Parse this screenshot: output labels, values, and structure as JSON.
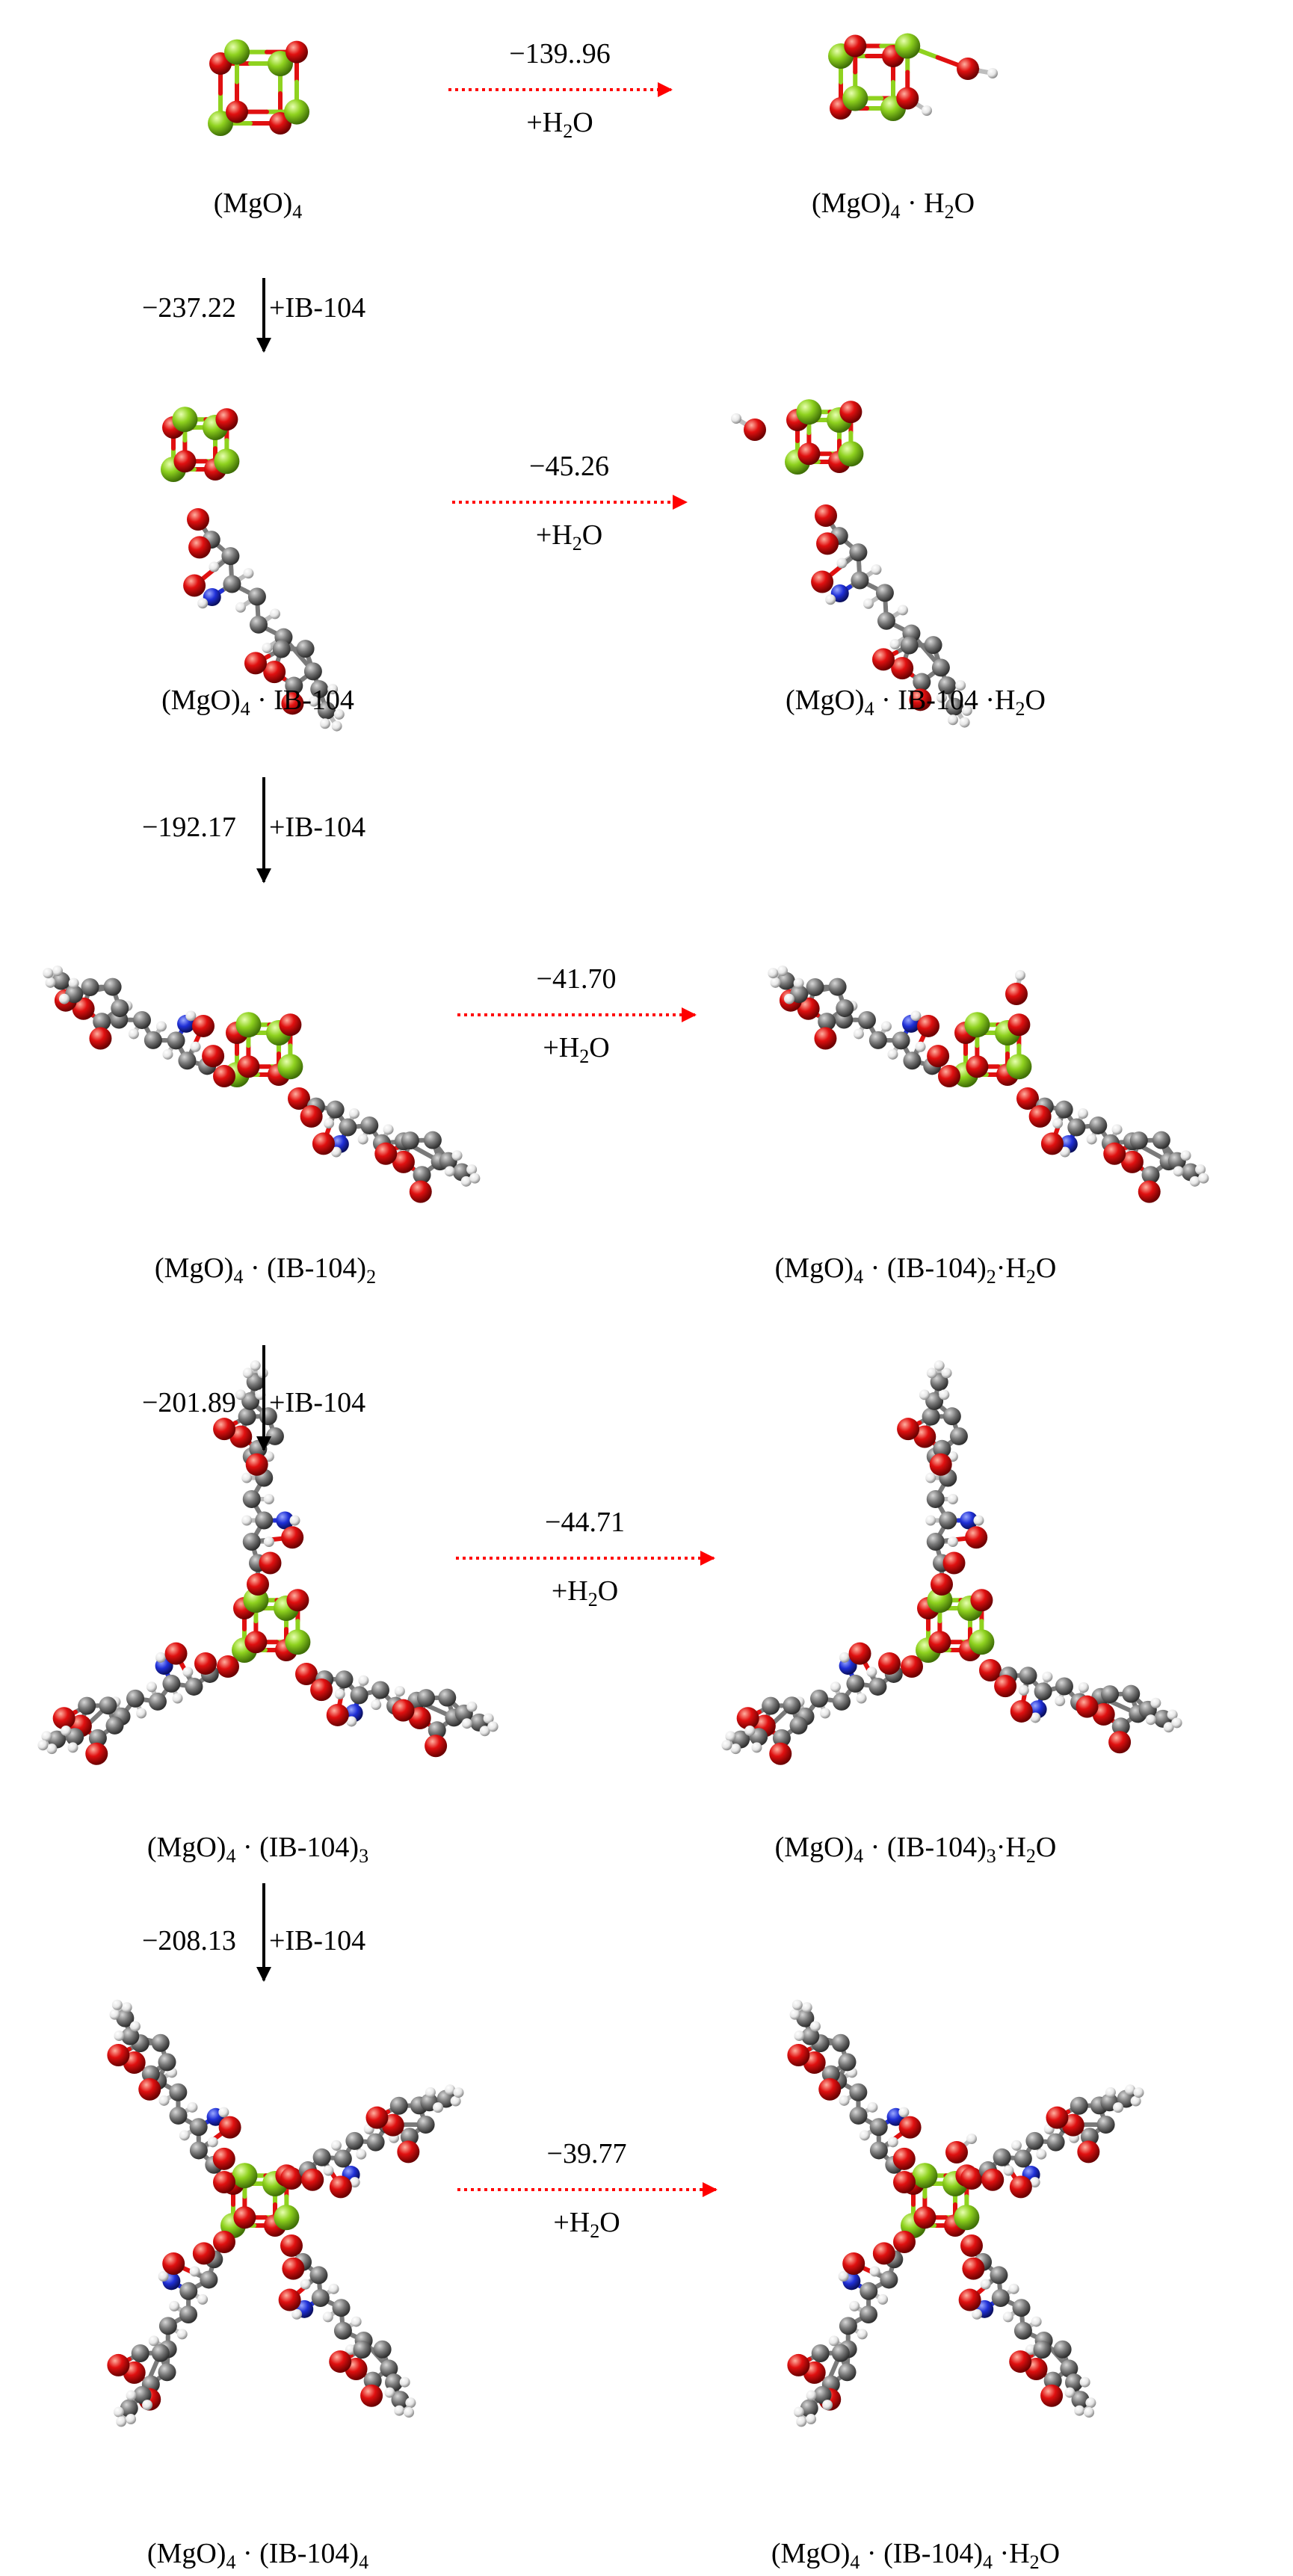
{
  "figure": {
    "species": [
      {
        "id": "s0",
        "parts": [
          "(MgO)",
          "4",
          ""
        ]
      },
      {
        "id": "s0w",
        "parts": [
          "(MgO)",
          "4",
          " · H",
          "2",
          "O"
        ]
      },
      {
        "id": "s1",
        "parts": [
          "(MgO)",
          "4",
          " · IB-104"
        ]
      },
      {
        "id": "s1w",
        "parts": [
          "(MgO)",
          "4",
          " · IB-104 ·H",
          "2",
          "O"
        ]
      },
      {
        "id": "s2",
        "parts": [
          "(MgO)",
          "4",
          " · (IB-104)",
          "2",
          ""
        ]
      },
      {
        "id": "s2w",
        "parts": [
          "(MgO)",
          "4",
          " · (IB-104)",
          "2",
          "·H",
          "2",
          "O"
        ]
      },
      {
        "id": "s3",
        "parts": [
          "(MgO)",
          "4",
          " · (IB-104)",
          "3",
          ""
        ]
      },
      {
        "id": "s3w",
        "parts": [
          "(MgO)",
          "4",
          " · (IB-104)",
          "3",
          "·H",
          "2",
          "O"
        ]
      },
      {
        "id": "s4",
        "parts": [
          "(MgO)",
          "4",
          " · (IB-104)",
          "4",
          ""
        ]
      },
      {
        "id": "s4w",
        "parts": [
          "(MgO)",
          "4",
          " · (IB-104)",
          "4",
          " ·H",
          "2",
          "O"
        ]
      }
    ],
    "vertical_steps": [
      {
        "energy": "−237.22",
        "reagent": "+IB-104"
      },
      {
        "energy": "−192.17",
        "reagent": "+IB-104"
      },
      {
        "energy": "−201.89",
        "reagent": "+IB-104"
      },
      {
        "energy": "−208.13",
        "reagent": "+IB-104"
      }
    ],
    "horizontal_steps": [
      {
        "energy": "−139..96",
        "reagent_parts": [
          "+H",
          "2",
          "O"
        ]
      },
      {
        "energy": "−45.26",
        "reagent_parts": [
          "+H",
          "2",
          "O"
        ]
      },
      {
        "energy": "−41.70",
        "reagent_parts": [
          "+H",
          "2",
          "O"
        ]
      },
      {
        "energy": "−44.71",
        "reagent_parts": [
          "+H",
          "2",
          "O"
        ]
      },
      {
        "energy": "−39.77",
        "reagent_parts": [
          "+H",
          "2",
          "O"
        ]
      }
    ],
    "colors": {
      "magnesium": "#8fd21f",
      "oxygen": "#e01010",
      "carbon": "#7a7a7a",
      "hydrogen": "#f2f2f2",
      "nitrogen": "#1f2fd6",
      "water_arrow": "#ff0000",
      "ligand_arrow": "#000000"
    }
  }
}
